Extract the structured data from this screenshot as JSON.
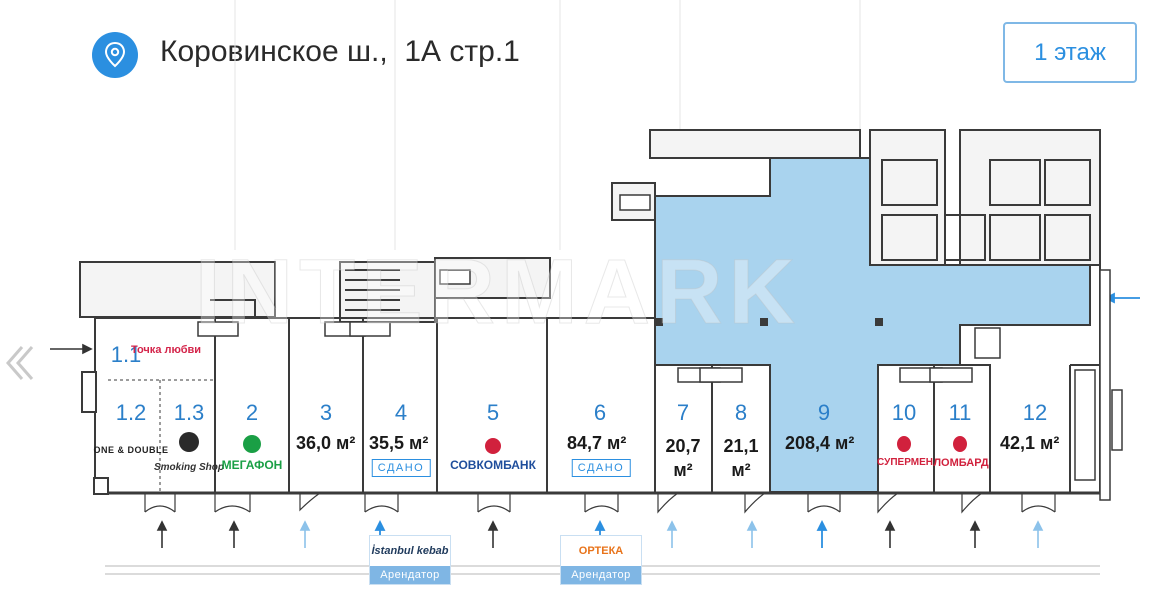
{
  "header": {
    "address": "Коровинское ш.,  1А стр.1",
    "floor_button": "1 этаж"
  },
  "colors": {
    "accent": "#2b8fe0",
    "selected_unit_fill": "#a9d3ee",
    "wall": "#3a3a3a"
  },
  "icons": {
    "location": "map-pin-icon",
    "previous": "double-chevron-left-icon"
  },
  "watermark": "INTERMARK",
  "units": [
    {
      "id": "1.1",
      "number": "1.1",
      "area": "",
      "status": "",
      "brand": "Точка любви"
    },
    {
      "id": "1.2",
      "number": "1.2",
      "area": "",
      "status": "",
      "brand": "ONE & DOUBLE"
    },
    {
      "id": "1.3",
      "number": "1.3",
      "area": "",
      "status": "",
      "brand": "Smoking Shop"
    },
    {
      "id": "2",
      "number": "2",
      "area": "",
      "status": "",
      "brand": "МЕГАФОН"
    },
    {
      "id": "3",
      "number": "3",
      "area": "36,0 м²",
      "status": "",
      "brand": ""
    },
    {
      "id": "4",
      "number": "4",
      "area": "35,5 м²",
      "status": "СДАНО",
      "brand": ""
    },
    {
      "id": "5",
      "number": "5",
      "area": "",
      "status": "",
      "brand": "СОВКОМБАНК"
    },
    {
      "id": "6",
      "number": "6",
      "area": "84,7 м²",
      "status": "СДАНО",
      "brand": ""
    },
    {
      "id": "7",
      "number": "7",
      "area": "20,7 м²",
      "status": "",
      "brand": ""
    },
    {
      "id": "8",
      "number": "8",
      "area": "21,1 м²",
      "status": "",
      "brand": ""
    },
    {
      "id": "9",
      "number": "9",
      "area": "208,4 м²",
      "status": "",
      "brand": ""
    },
    {
      "id": "10",
      "number": "10",
      "area": "",
      "status": "",
      "brand": "СУПЕРМЕН"
    },
    {
      "id": "11",
      "number": "11",
      "area": "",
      "status": "",
      "brand": "ЛОМБАРД"
    },
    {
      "id": "12",
      "number": "12",
      "area": "42,1 м²",
      "status": "",
      "brand": ""
    }
  ],
  "tenants": [
    {
      "logo": "İstanbul kebab",
      "role": "Арендатор"
    },
    {
      "logo": "ОРТЕКА",
      "role": "Арендатор"
    }
  ]
}
